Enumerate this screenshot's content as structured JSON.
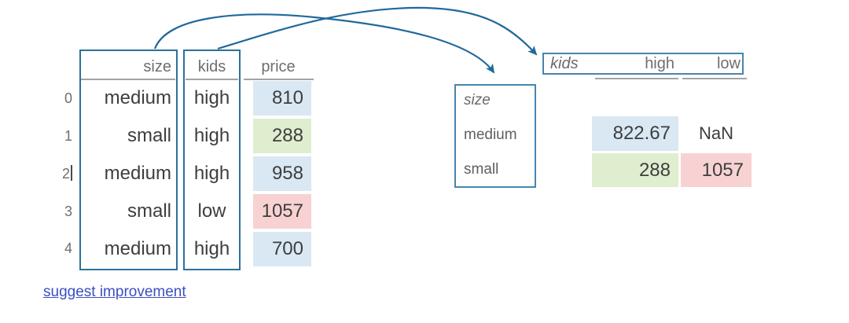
{
  "colors": {
    "accent_blue_border": "#2c719c",
    "pivot_border": "#4686af",
    "arrow_blue": "#20699c",
    "cell_blue": "#d9e8f3",
    "cell_green": "#dfeecf",
    "cell_pink": "#f8d2d2",
    "header_gray": "#6e6e6e",
    "value_gray": "#3e3e3e",
    "link_blue": "#3c4fc1"
  },
  "left_table": {
    "headers": {
      "size": "size",
      "kids": "kids",
      "price": "price"
    },
    "rows": [
      {
        "index": "0",
        "size": "medium",
        "kids": "high",
        "price": "810",
        "price_color": "blue",
        "cursor": false
      },
      {
        "index": "1",
        "size": "small",
        "kids": "high",
        "price": "288",
        "price_color": "green",
        "cursor": false
      },
      {
        "index": "2",
        "size": "medium",
        "kids": "high",
        "price": "958",
        "price_color": "blue",
        "cursor": true
      },
      {
        "index": "3",
        "size": "small",
        "kids": "low",
        "price": "1057",
        "price_color": "pink",
        "cursor": false
      },
      {
        "index": "4",
        "size": "medium",
        "kids": "high",
        "price": "700",
        "price_color": "blue",
        "cursor": false
      }
    ]
  },
  "pivot": {
    "column_field": "kids",
    "row_field": "size",
    "column_headers": [
      "high",
      "low"
    ],
    "row_labels": [
      "medium",
      "small"
    ],
    "cells": [
      {
        "row": "medium",
        "col": "high",
        "value": "822.67",
        "color": "blue"
      },
      {
        "row": "medium",
        "col": "low",
        "value": "NaN",
        "color": "none"
      },
      {
        "row": "small",
        "col": "high",
        "value": "288",
        "color": "green"
      },
      {
        "row": "small",
        "col": "low",
        "value": "1057",
        "color": "pink"
      }
    ]
  },
  "footer": {
    "link_label": "suggest improvement"
  }
}
